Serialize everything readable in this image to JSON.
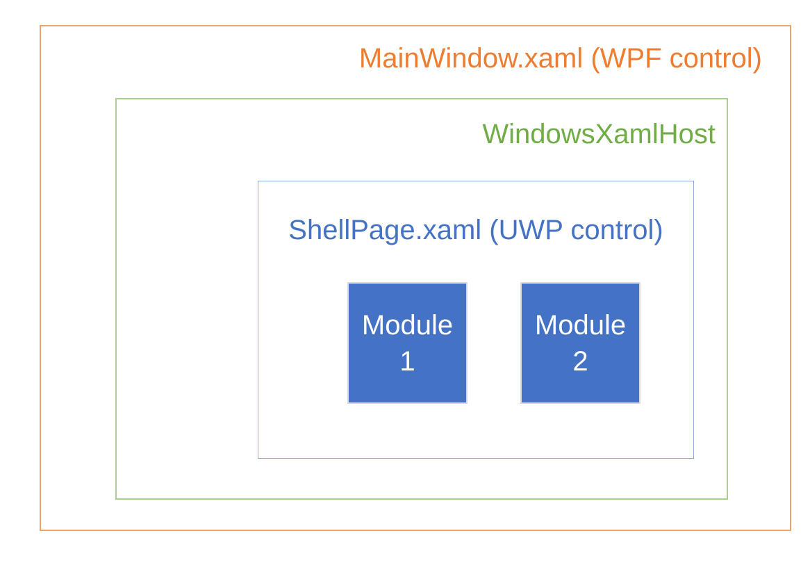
{
  "colors": {
    "outer-text": "#ED7D31",
    "outer-border": "#F2A269",
    "host-text": "#70AD47",
    "host-border": "#A9D18E",
    "shell-text": "#4472C4",
    "shell-border": "#8FAADC",
    "module-fill": "#4472C4",
    "module-border": "#D9D9DE",
    "module-text": "#FFFFFF"
  },
  "diagram": {
    "outer": {
      "label": "MainWindow.xaml (WPF control)"
    },
    "host": {
      "label": "WindowsXamlHost"
    },
    "shell": {
      "label": "ShellPage.xaml (UWP control)"
    },
    "modules": [
      {
        "line1": "Module",
        "line2": "1"
      },
      {
        "line1": "Module",
        "line2": "2"
      }
    ]
  }
}
